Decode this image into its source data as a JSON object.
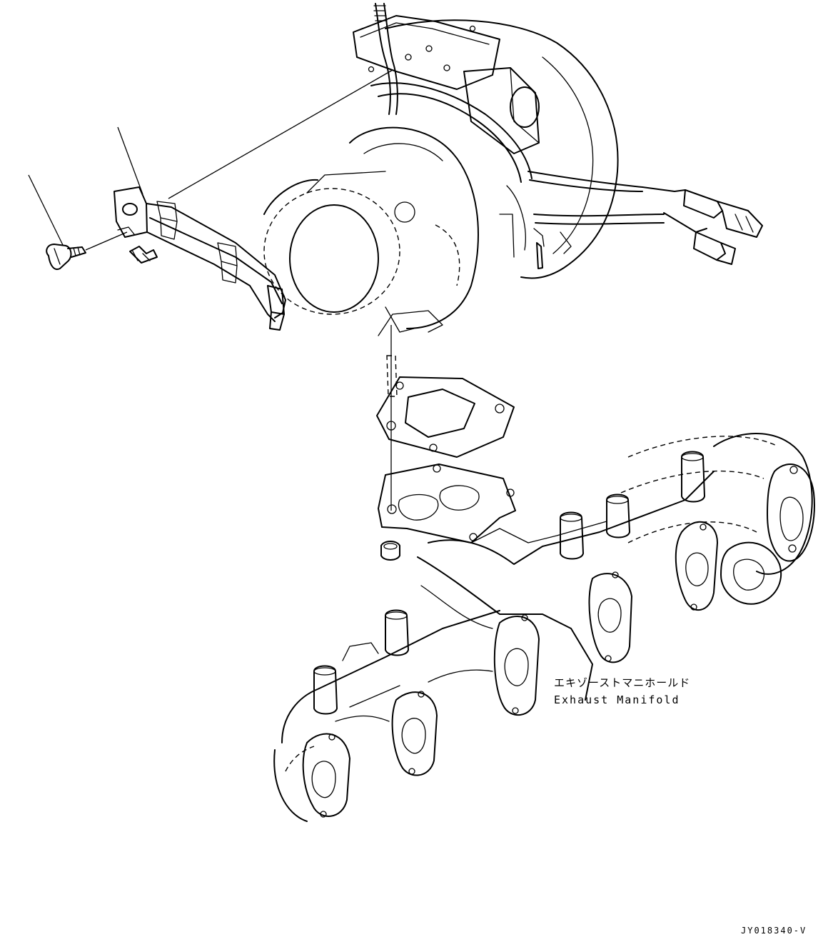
{
  "labels": {
    "exhaust_manifold_jp": "エキゾーストマニホールド",
    "exhaust_manifold_en": "Exhaust Manifold"
  },
  "drawing_code": "JY018340-V"
}
